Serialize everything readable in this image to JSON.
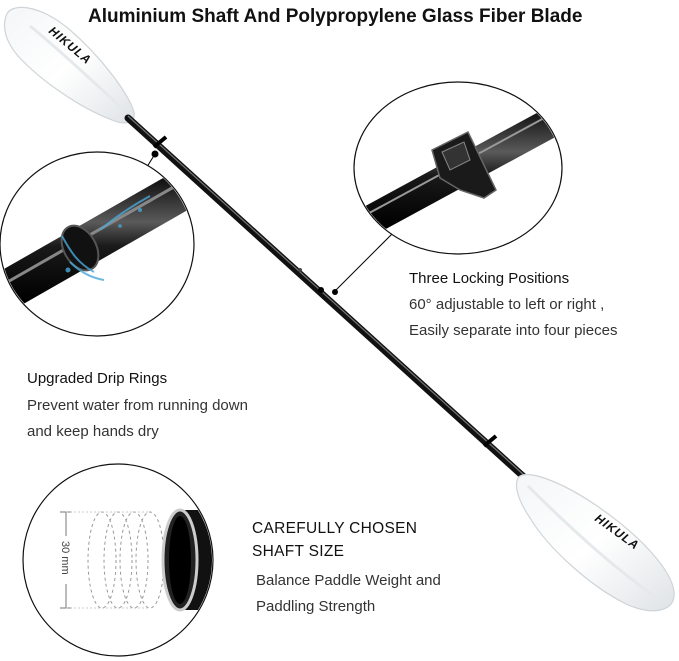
{
  "title": "Aluminium Shaft And Polypropylene Glass Fiber Blade",
  "brand_top": "HIKULA",
  "brand_bottom": "HIKULA",
  "features": {
    "locking": {
      "heading": "Three Locking Positions",
      "line1": "60° adjustable to left or right ,",
      "line2": "Easily separate into four pieces"
    },
    "drip": {
      "heading": "Upgraded Drip Rings",
      "line1": "Prevent water from running down",
      "line2": "and keep hands dry"
    },
    "shaft": {
      "heading1": "CAREFULLY CHOSEN",
      "heading2": "SHAFT SIZE",
      "line1": "Balance Paddle Weight and",
      "line2": "Paddling Strength",
      "dimension": "30 mm"
    }
  }
}
